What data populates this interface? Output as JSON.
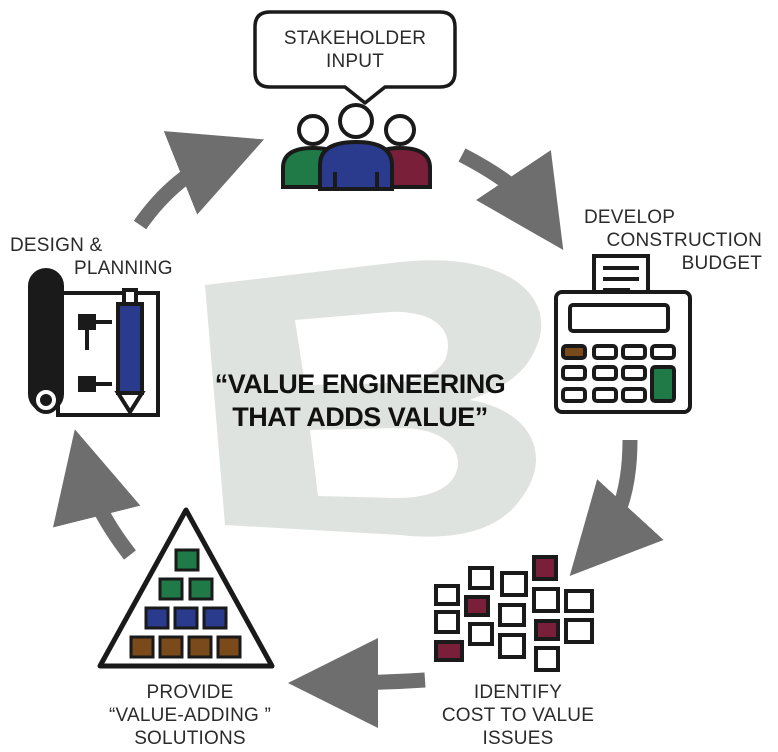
{
  "stages": {
    "stakeholder": {
      "line1": "STAKEHOLDER",
      "line2": "INPUT",
      "icon": "people-icon"
    },
    "budget": {
      "line1": "DEVELOP",
      "line2": "CONSTRUCTION",
      "line3": "BUDGET",
      "icon": "calculator-icon"
    },
    "identify": {
      "line1": "IDENTIFY",
      "line2": "COST TO VALUE",
      "line3": "ISSUES",
      "icon": "scattered-squares-icon"
    },
    "provide": {
      "line1": "PROVIDE",
      "line2": "“VALUE-ADDING ”",
      "line3": "SOLUTIONS",
      "icon": "pyramid-icon"
    },
    "design": {
      "line1": "DESIGN &",
      "line2": "PLANNING",
      "icon": "blueprint-icon"
    }
  },
  "center": {
    "line1": "“VALUE ENGINEERING",
    "line2": "THAT ADDS VALUE”"
  },
  "watermark": {
    "letter": "B"
  },
  "colors": {
    "green": "#1f7a48",
    "blue": "#2a3a8c",
    "maroon": "#7a1f3a",
    "brown": "#7a4a1a",
    "arrow": "#6e6e6e",
    "watermark": "#dfe3e0",
    "ink": "#1a1a1a"
  }
}
